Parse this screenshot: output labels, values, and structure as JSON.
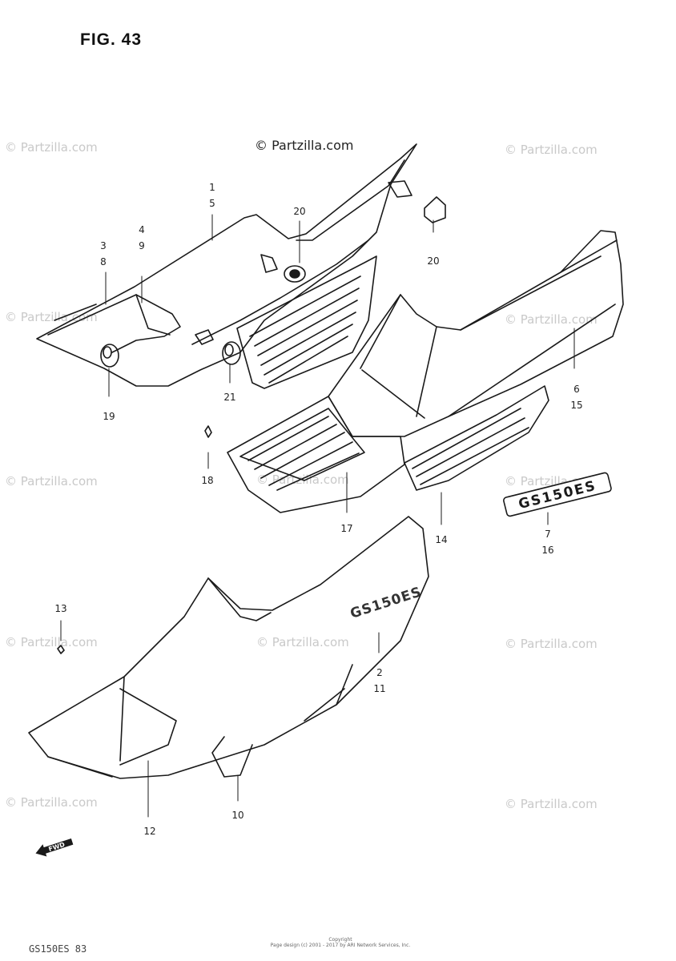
{
  "figure": {
    "title": "FIG. 43"
  },
  "watermark": {
    "main": "© Partzilla.com",
    "repeat": "© Partzilla.com"
  },
  "callouts": [
    {
      "id": "c1",
      "lines": [
        "1",
        "5"
      ]
    },
    {
      "id": "c2",
      "lines": [
        "3",
        "8"
      ]
    },
    {
      "id": "c3",
      "lines": [
        "4",
        "9"
      ]
    },
    {
      "id": "c4",
      "lines": [
        "20"
      ]
    },
    {
      "id": "c5",
      "lines": [
        "20"
      ]
    },
    {
      "id": "c6",
      "lines": [
        "19"
      ]
    },
    {
      "id": "c7",
      "lines": [
        "21"
      ]
    },
    {
      "id": "c8",
      "lines": [
        "6",
        "15"
      ]
    },
    {
      "id": "c9",
      "lines": [
        "18"
      ]
    },
    {
      "id": "c10",
      "lines": [
        "17"
      ]
    },
    {
      "id": "c11",
      "lines": [
        "14"
      ]
    },
    {
      "id": "c12",
      "lines": [
        "7",
        "16"
      ]
    },
    {
      "id": "c13",
      "lines": [
        "13"
      ]
    },
    {
      "id": "c14",
      "lines": [
        "2",
        "11"
      ]
    },
    {
      "id": "c15",
      "lines": [
        "12"
      ]
    },
    {
      "id": "c16",
      "lines": [
        "10"
      ]
    }
  ],
  "emblems": {
    "side_emblem": "GS150ES",
    "cover_emblem": "GS150ES",
    "fwd_arrow": "FWD"
  },
  "footer": {
    "code": "GS150ES 83",
    "copyright_line1": "Copyright",
    "copyright_line2": "Page design (c) 2001 - 2017 by ARI Network Services, Inc."
  },
  "colors": {
    "line": "#1a1a1a",
    "shade": "#555555",
    "watermark": "#c9c9c9"
  }
}
